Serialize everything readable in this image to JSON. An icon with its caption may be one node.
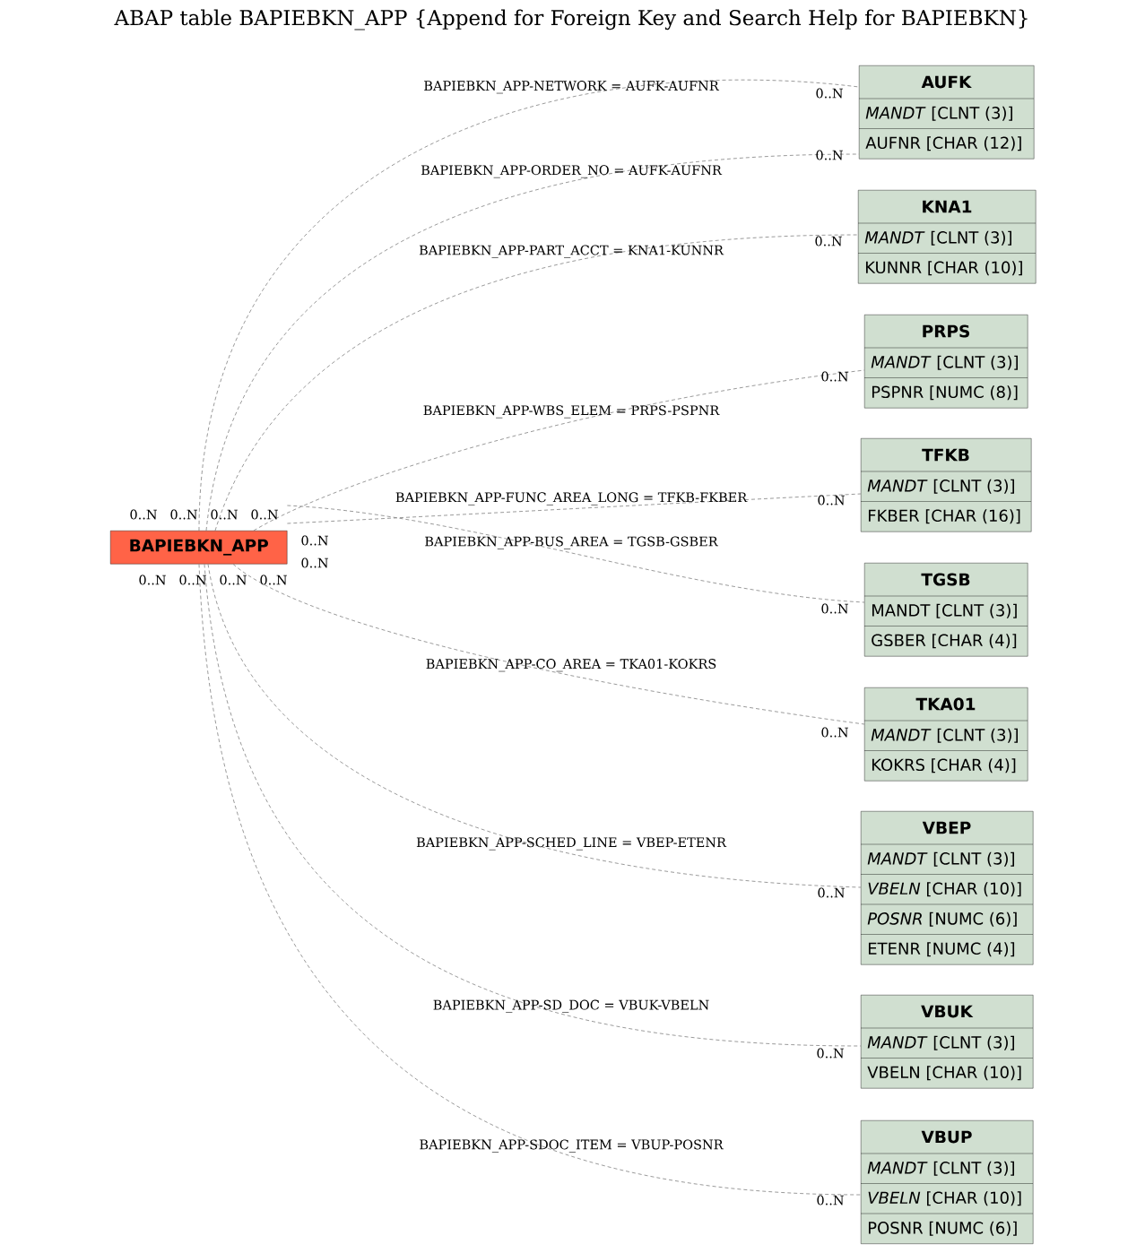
{
  "diagram": {
    "title": "ABAP table BAPIEBKN_APP {Append for Foreign Key and Search Help for BAPIEBKN}",
    "nodes": [
      {
        "text": [
          "BAPIEBKN_APP"
        ]
      },
      {
        "text": [
          "AUFK",
          "*MANDT* [CLNT (3)]",
          "AUFNR [CHAR (12)]"
        ]
      },
      {
        "text": [
          "KNA1",
          "*MANDT* [CLNT (3)]",
          "KUNNR [CHAR (10)]"
        ]
      },
      {
        "text": [
          "PRPS",
          "*MANDT* [CLNT (3)]",
          "PSPNR [NUMC (8)]"
        ]
      },
      {
        "text": [
          "TFKB",
          "*MANDT* [CLNT (3)]",
          "FKBER [CHAR (16)]"
        ]
      },
      {
        "text": [
          "TGSB",
          "MANDT [CLNT (3)]",
          "GSBER [CHAR (4)]"
        ]
      },
      {
        "text": [
          "TKA01",
          "*MANDT* [CLNT (3)]",
          "KOKRS [CHAR (4)]"
        ]
      },
      {
        "text": [
          "VBEP",
          "*MANDT* [CLNT (3)]",
          "*VBELN* [CHAR (10)]",
          "*POSNR* [NUMC (6)]",
          "ETENR [NUMC (4)]"
        ]
      },
      {
        "text": [
          "VBUK",
          "*MANDT* [CLNT (3)]",
          "VBELN [CHAR (10)]"
        ]
      },
      {
        "text": [
          "VBUP",
          "*MANDT* [CLNT (3)]",
          "*VBELN* [CHAR (10)]",
          "POSNR [NUMC (6)]"
        ]
      }
    ],
    "edges": [
      {
        "from": 0,
        "to": 1,
        "arrow": "none",
        "style": "dashed",
        "label": "BAPIEBKN_APP-NETWORK = AUFK-AUFNR"
      },
      {
        "from": 0,
        "to": 1,
        "arrow": "none",
        "style": "dashed",
        "label": "BAPIEBKN_APP-ORDER_NO = AUFK-AUFNR"
      },
      {
        "from": 0,
        "to": 2,
        "arrow": "none",
        "style": "dashed",
        "label": "BAPIEBKN_APP-PART_ACCT = KNA1-KUNNR"
      },
      {
        "from": 0,
        "to": 3,
        "arrow": "none",
        "style": "dashed",
        "label": "BAPIEBKN_APP-WBS_ELEM = PRPS-PSPNR"
      },
      {
        "from": 0,
        "to": 4,
        "arrow": "none",
        "style": "dashed",
        "label": "BAPIEBKN_APP-FUNC_AREA_LONG = TFKB-FKBER"
      },
      {
        "from": 0,
        "to": 5,
        "arrow": "none",
        "style": "dashed",
        "label": "BAPIEBKN_APP-BUS_AREA = TGSB-GSBER"
      },
      {
        "from": 0,
        "to": 6,
        "arrow": "none",
        "style": "dashed",
        "label": "BAPIEBKN_APP-CO_AREA = TKA01-KOKRS"
      },
      {
        "from": 0,
        "to": 7,
        "arrow": "none",
        "style": "dashed",
        "label": "BAPIEBKN_APP-SCHED_LINE = VBEP-ETENR"
      },
      {
        "from": 0,
        "to": 8,
        "arrow": "none",
        "style": "dashed",
        "label": "BAPIEBKN_APP-SD_DOC = VBUK-VBELN"
      },
      {
        "from": 0,
        "to": 9,
        "arrow": "none",
        "style": "dashed",
        "label": "BAPIEBKN_APP-SDOC_ITEM = VBUP-POSNR"
      }
    ],
    "labels": [
      "0..N",
      "0..N",
      "0..N",
      "0..N",
      "0..N",
      "0..N",
      "0..N",
      "0..N",
      "0..N",
      "0..N",
      "0..N",
      "0..N",
      "0..N",
      "0..N",
      "0..N",
      "0..N",
      "0..N",
      "0..N",
      "0..N",
      "0..N"
    ]
  }
}
